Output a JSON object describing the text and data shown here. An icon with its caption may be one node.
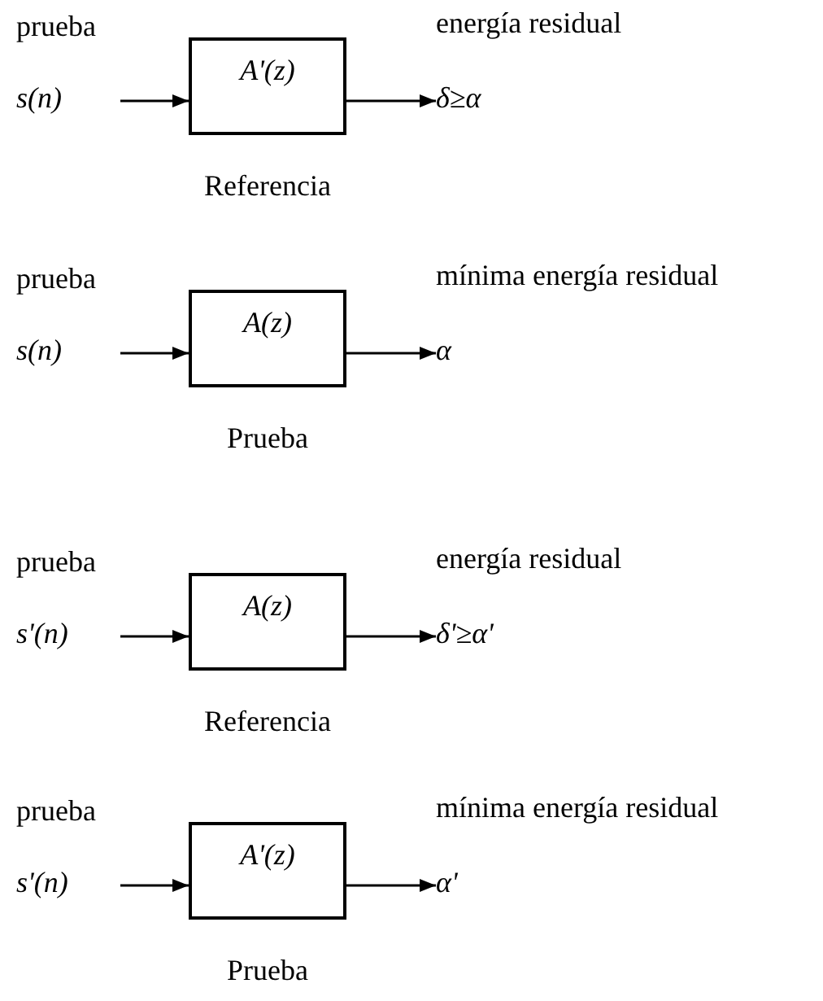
{
  "diagram": {
    "nodes": [
      {
        "text": [
          "prueba",
          "s(n)"
        ]
      },
      {
        "text": [
          "A'(z)"
        ],
        "beside": [
          "Referencia"
        ]
      },
      {
        "text": [
          "energía residual",
          "δ≥α"
        ]
      },
      {
        "text": [
          "prueba",
          "s(n)"
        ]
      },
      {
        "text": [
          "A(z)"
        ],
        "beside": [
          "Prueba"
        ]
      },
      {
        "text": [
          "mínima energía residual",
          "α"
        ]
      },
      {
        "text": [
          "prueba",
          "s'(n)"
        ]
      },
      {
        "text": [
          "A(z)"
        ],
        "beside": [
          "Referencia"
        ]
      },
      {
        "text": [
          "energía residual",
          "δ'≥α'"
        ]
      },
      {
        "text": [
          "prueba",
          "s'(n)"
        ]
      },
      {
        "text": [
          "A'(z)"
        ],
        "beside": [
          "Prueba"
        ]
      },
      {
        "text": [
          "mínima energía residual",
          "α'"
        ]
      }
    ],
    "edges": [
      {
        "from": 0,
        "to": 1,
        "arrow": "to"
      },
      {
        "from": 1,
        "to": 2,
        "arrow": "to"
      },
      {
        "from": 3,
        "to": 4,
        "arrow": "to"
      },
      {
        "from": 4,
        "to": 5,
        "arrow": "to"
      },
      {
        "from": 6,
        "to": 7,
        "arrow": "to"
      },
      {
        "from": 7,
        "to": 8,
        "arrow": "to"
      },
      {
        "from": 9,
        "to": 10,
        "arrow": "to"
      },
      {
        "from": 10,
        "to": 11,
        "arrow": "to"
      }
    ]
  }
}
